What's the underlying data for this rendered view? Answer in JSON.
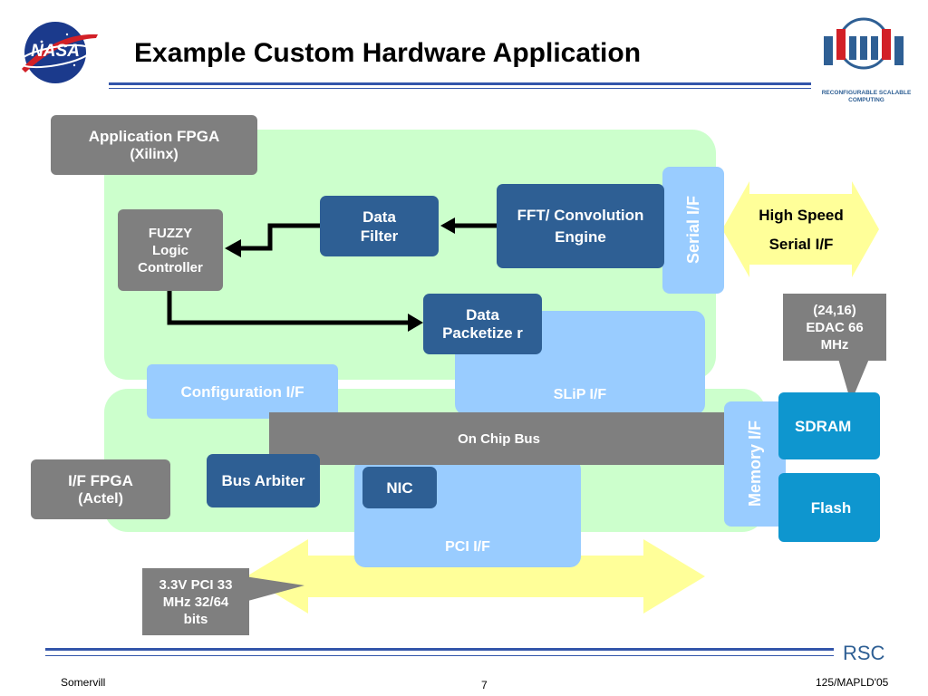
{
  "title": "Example Custom Hardware Application",
  "logos": {
    "nasa": "NASA",
    "rsc_caption": "RECONFIGURABLE SCALABLE COMPUTING",
    "rsc_short": "RSC"
  },
  "blocks": {
    "app_fpga": {
      "line1": "Application FPGA",
      "line2": "(Xilinx)"
    },
    "if_fpga": {
      "line1": "I/F FPGA",
      "line2": "(Actel)"
    },
    "fuzzy": "FUZZY Logic Controller",
    "data_filter": "Data Filter",
    "fft": "FFT/ Convolution Engine",
    "serial_if": "Serial I/F",
    "high_speed": {
      "line1": "High Speed",
      "line2": "Serial I/F"
    },
    "edac": "(24,16) EDAC 66 MHz",
    "data_packetizer": "Data Packetize r",
    "slip_if": "SLiP I/F",
    "config_if": "Configuration I/F",
    "on_chip_bus": "On Chip Bus",
    "sdram": "SDRAM",
    "flash": "Flash",
    "memory_if": "Memory I/F",
    "bus_arbiter": "Bus Arbiter",
    "nic": "NIC",
    "pci_if": "PCI I/F",
    "pci_bus": "3.3V PCI 33 MHz 32/64 bits"
  },
  "footer": {
    "left": "Somervill",
    "center": "7",
    "right": "125/MAPLD'05"
  },
  "colors": {
    "gray": "#7f7f7f",
    "dark_blue": "#2e5f94",
    "light_blue": "#99ccff",
    "cyan": "#0e96cf",
    "green_region": "#ccffcc",
    "yellow_arrow": "#ffff99",
    "rule_blue": "#3355aa"
  }
}
